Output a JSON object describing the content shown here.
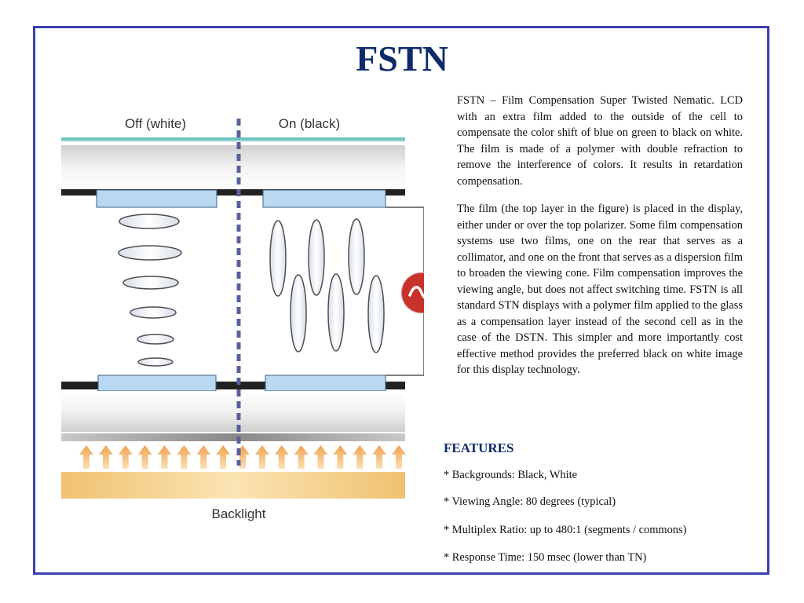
{
  "title": "FSTN",
  "diagram": {
    "label_off": "Off (white)",
    "label_on": "On (black)",
    "label_backlight": "Backlight",
    "colors": {
      "electrode": "#b9d8f2",
      "film": "#6fc2c0",
      "ac_source": "#c8322a",
      "arrow": "#f3b46a",
      "divider": "#5a5f9e"
    }
  },
  "paragraphs": {
    "p1": "FSTN – Film Compensation Super Twisted Nematic. LCD with an extra film added to the outside of the cell to compensate the color shift of blue on green to black on white. The film is made of a polymer with double refraction to remove the interference of colors. It results in retardation compensation.",
    "p2": "The film (the top layer in the figure) is placed in the display, either under or over the top polarizer. Some film compensation systems use two films, one on the rear that serves as a collimator, and one on the front that serves as a dispersion film to broaden the viewing cone. Film compensation improves the viewing angle, but does not affect switching time. FSTN is all standard STN displays with a polymer film applied to the glass as a compensation layer instead of the second cell as in the case of the DSTN. This simpler and more importantly cost effective method provides the preferred black on white image for this display technology."
  },
  "features": {
    "title": "FEATURES",
    "items": [
      "* Backgrounds: Black, White",
      "* Viewing Angle: 80 degrees (typical)",
      "* Multiplex Ratio: up to 480:1 (segments / commons)",
      "* Response Time: 150 msec (lower than TN)"
    ]
  }
}
